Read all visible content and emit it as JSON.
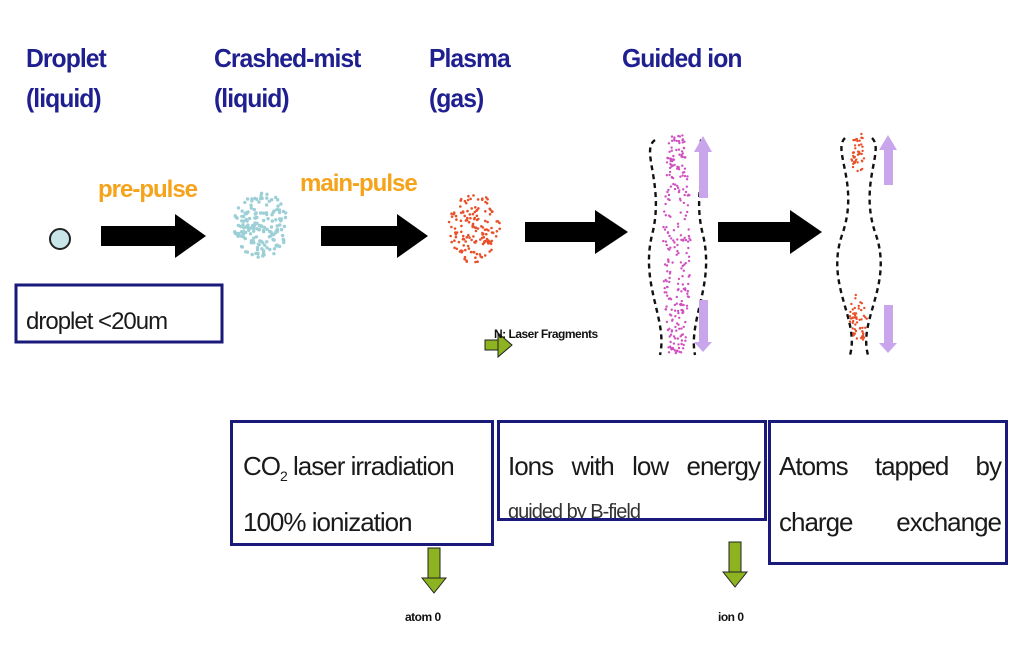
{
  "stages": {
    "droplet": {
      "name": "Droplet",
      "phase": "(liquid)"
    },
    "crashed_mist": {
      "name": "Crashed-mist",
      "phase": "(liquid)"
    },
    "plasma": {
      "name": "Plasma",
      "phase": "(gas)"
    },
    "guided_ion": {
      "name": "Guided ion"
    }
  },
  "pulses": {
    "pre": "pre-pulse",
    "main": "main-pulse"
  },
  "notes": {
    "droplet_size": "droplet <20um",
    "legend": "N: Laser Fragments",
    "atom_label": "atom 0",
    "ion_label": "ion 0"
  },
  "boxes": {
    "co2": {
      "line1_main": "CO",
      "line1_sub": "2",
      "line1_rest": " laser irradiation",
      "line2": "100% ionization"
    },
    "ions": {
      "line1_words": [
        "Ions",
        "with",
        "low",
        "energy"
      ],
      "line2": "guided by B-field"
    },
    "atoms": {
      "line1_words": [
        "Atoms",
        "tapped",
        "by"
      ],
      "line2_words": [
        "charge",
        "exchange"
      ]
    }
  },
  "colors": {
    "title_blue": "#1f1f8f",
    "pulse_orange": "#f5a31a",
    "arrow_black": "#000000",
    "mist_cyan": "#9ccfd6",
    "plasma_red": "#e8502a",
    "ion_magenta": "#d050c0",
    "field_purple": "#c9a6ec",
    "legend_green": "#8db320",
    "box_border": "#1a1a7a"
  }
}
